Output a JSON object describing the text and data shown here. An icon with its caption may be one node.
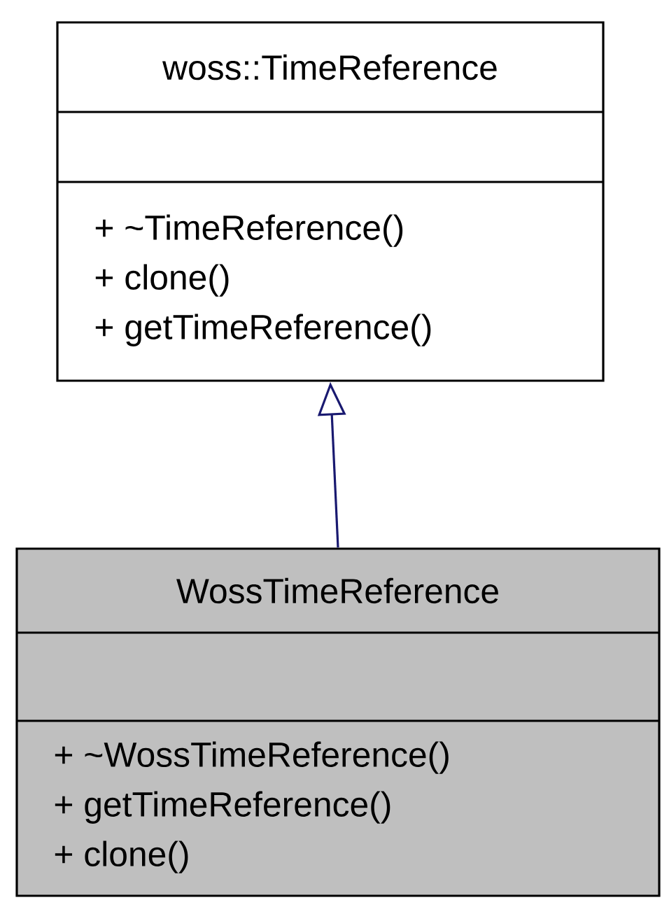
{
  "diagram": {
    "nodes": [
      {
        "text": [
          "woss::TimeReference",
          "+ ~TimeReference()",
          "+ clone()",
          "+ getTimeReference()"
        ]
      },
      {
        "text": [
          "WossTimeReference",
          "+ ~WossTimeReference()",
          "+ getTimeReference()",
          "+ clone()"
        ]
      }
    ],
    "edges": [
      {
        "from": 1,
        "to": 0,
        "arrow": "to",
        "color": "#191970"
      }
    ]
  }
}
